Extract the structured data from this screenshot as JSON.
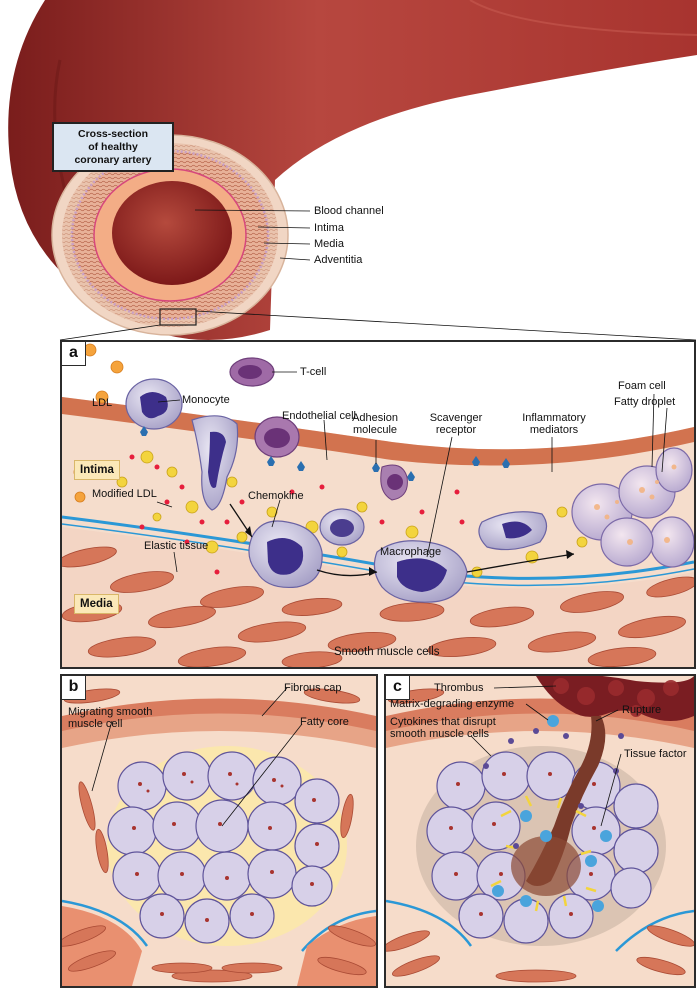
{
  "artery": {
    "title": "Cross-section of healthy coronary artery",
    "title_lines": [
      "Cross-section",
      "of healthy",
      "coronary artery"
    ],
    "labels": [
      "Blood channel",
      "Intima",
      "Media",
      "Adventitia"
    ]
  },
  "panel_a": {
    "letter": "a",
    "labels": {
      "ldl": "LDL",
      "monocyte": "Monocyte",
      "tcell": "T-cell",
      "endothelial": "Endothelial cell",
      "adhesion": "Adhesion molecule",
      "scavenger": "Scavenger receptor",
      "inflammatory": "Inflammatory mediators",
      "foam_cell": "Foam cell",
      "fatty_droplet": "Fatty droplet",
      "intima": "Intima",
      "modified_ldl": "Modified LDL",
      "chemokine": "Chemokine",
      "elastic": "Elastic tissue",
      "macrophage": "Macrophage",
      "media": "Media",
      "smooth_muscle": "Smooth muscle cells"
    }
  },
  "panel_b": {
    "letter": "b",
    "labels": {
      "migrating": "Migrating smooth muscle cell",
      "fibrous_cap": "Fibrous cap",
      "fatty_core": "Fatty core"
    }
  },
  "panel_c": {
    "letter": "c",
    "labels": {
      "thrombus": "Thrombus",
      "mde": "Matrix-degrading enzyme",
      "cytokines": "Cytokines that disrupt smooth muscle cells",
      "rupture": "Rupture",
      "tissue_factor": "Tissue factor"
    }
  },
  "colors": {
    "artery_outer": "#a83a35",
    "blood": "#8e1f22",
    "intima": "#f0a27c",
    "media": "#e9b9a1",
    "adventitia": "#f2d8c7",
    "smooth_muscle": "#d67659",
    "ldl": "#f3d43d",
    "modified_ldl": "#e61e3c",
    "cell": "#c9c4de",
    "nucleus": "#4b3d8f",
    "elastic": "#2b98d6",
    "label_bg": "#fbe8b8"
  }
}
